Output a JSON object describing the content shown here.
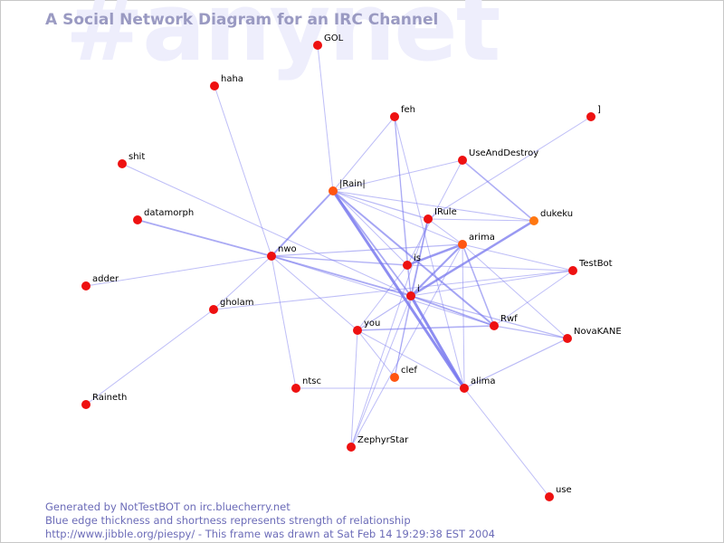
{
  "watermark": "#anynet",
  "title": "A Social Network Diagram for an IRC Channel",
  "colors": {
    "node": "#ee1111",
    "node_orange": "#ff5511",
    "node_amber": "#ff7711",
    "edge": "#7777ee",
    "footer": "#6c6cb8",
    "title": "#9a9ac2"
  },
  "nodes": [
    {
      "id": "GOL",
      "label": "GOL",
      "tone": "red"
    },
    {
      "id": "haha",
      "label": "haha",
      "tone": "red"
    },
    {
      "id": "feh",
      "label": "feh",
      "tone": "red"
    },
    {
      "id": "]",
      "label": "]",
      "tone": "red"
    },
    {
      "id": "shit",
      "label": "shit",
      "tone": "red"
    },
    {
      "id": "UseAndDestroy",
      "label": "UseAndDestroy",
      "tone": "red"
    },
    {
      "id": "|Rain|",
      "label": "|Rain|",
      "tone": "orange"
    },
    {
      "id": "datamorph",
      "label": "datamorph",
      "tone": "red"
    },
    {
      "id": "IRule",
      "label": "IRule",
      "tone": "red"
    },
    {
      "id": "dukeku",
      "label": "dukeku",
      "tone": "amber"
    },
    {
      "id": "arima",
      "label": "arima",
      "tone": "orange"
    },
    {
      "id": "nwo",
      "label": "nwo",
      "tone": "red"
    },
    {
      "id": "is",
      "label": "is",
      "tone": "red"
    },
    {
      "id": "TestBot",
      "label": "TestBot",
      "tone": "red"
    },
    {
      "id": "adder",
      "label": "adder",
      "tone": "red"
    },
    {
      "id": "i",
      "label": "i",
      "tone": "red"
    },
    {
      "id": "gholam",
      "label": "gholam",
      "tone": "red"
    },
    {
      "id": "Rwf",
      "label": "Rwf",
      "tone": "red"
    },
    {
      "id": "you",
      "label": "you",
      "tone": "red"
    },
    {
      "id": "NovaKANE",
      "label": "NovaKANE",
      "tone": "red"
    },
    {
      "id": "clef",
      "label": "clef",
      "tone": "orange"
    },
    {
      "id": "ntsc",
      "label": "ntsc",
      "tone": "red"
    },
    {
      "id": "alima",
      "label": "alima",
      "tone": "red"
    },
    {
      "id": "Raineth",
      "label": "Raineth",
      "tone": "red"
    },
    {
      "id": "ZephyrStar",
      "label": "ZephyrStar",
      "tone": "red"
    },
    {
      "id": "use",
      "label": "use",
      "tone": "red"
    }
  ],
  "edges": [
    {
      "source": "i",
      "target": "alima",
      "weight": 3
    },
    {
      "source": "|Rain|",
      "target": "alima",
      "weight": 3
    },
    {
      "source": "i",
      "target": "dukeku",
      "weight": 2.5
    },
    {
      "source": "is",
      "target": "arima",
      "weight": 2.5
    },
    {
      "source": "i",
      "target": "arima",
      "weight": 2.2
    },
    {
      "source": "|Rain|",
      "target": "nwo",
      "weight": 2
    },
    {
      "source": "|Rain|",
      "target": "Rwf",
      "weight": 2
    },
    {
      "source": "|Rain|",
      "target": "i",
      "weight": 1.8
    },
    {
      "source": "nwo",
      "target": "i",
      "weight": 1.8
    },
    {
      "source": "nwo",
      "target": "datamorph",
      "weight": 1.8
    },
    {
      "source": "i",
      "target": "Rwf",
      "weight": 1.8
    },
    {
      "source": "arima",
      "target": "Rwf",
      "weight": 1.6
    },
    {
      "source": "UseAndDestroy",
      "target": "dukeku",
      "weight": 1.6
    },
    {
      "source": "you",
      "target": "Rwf",
      "weight": 1.6
    },
    {
      "source": "IRule",
      "target": "i",
      "weight": 1.6
    },
    {
      "source": "nwo",
      "target": "is",
      "weight": 1.4
    },
    {
      "source": "nwo",
      "target": "arima",
      "weight": 1.2
    },
    {
      "source": "|Rain|",
      "target": "IRule",
      "weight": 1.2
    },
    {
      "source": "i",
      "target": "NovaKANE",
      "weight": 1.2
    },
    {
      "source": "Rwf",
      "target": "NovaKANE",
      "weight": 1.2
    },
    {
      "source": "NovaKANE",
      "target": "alima",
      "weight": 1.2
    },
    {
      "source": "i",
      "target": "you",
      "weight": 1.2
    },
    {
      "source": "arima",
      "target": "NovaKANE",
      "weight": 1
    },
    {
      "source": "is",
      "target": "i",
      "weight": 1
    },
    {
      "source": "IRule",
      "target": "arima",
      "weight": 1
    },
    {
      "source": "|Rain|",
      "target": "is",
      "weight": 1
    },
    {
      "source": "|Rain|",
      "target": "arima",
      "weight": 1
    },
    {
      "source": "nwo",
      "target": "you",
      "weight": 1
    },
    {
      "source": "nwo",
      "target": "Rwf",
      "weight": 1
    },
    {
      "source": "nwo",
      "target": "ntsc",
      "weight": 1
    },
    {
      "source": "|Rain|",
      "target": "GOL",
      "weight": 1
    },
    {
      "source": "|Rain|",
      "target": "UseAndDestroy",
      "weight": 1
    },
    {
      "source": "|Rain|",
      "target": "feh",
      "weight": 1
    },
    {
      "source": "|Rain|",
      "target": "dukeku",
      "weight": 1
    },
    {
      "source": "feh",
      "target": "i",
      "weight": 1
    },
    {
      "source": "feh",
      "target": "is",
      "weight": 1
    },
    {
      "source": "feh",
      "target": "alima",
      "weight": 1
    },
    {
      "source": "]",
      "target": "IRule",
      "weight": 1
    },
    {
      "source": "UseAndDestroy",
      "target": "is",
      "weight": 1
    },
    {
      "source": "IRule",
      "target": "dukeku",
      "weight": 1
    },
    {
      "source": "IRule",
      "target": "clef",
      "weight": 1
    },
    {
      "source": "IRule",
      "target": "ZephyrStar",
      "weight": 1
    },
    {
      "source": "arima",
      "target": "TestBot",
      "weight": 1
    },
    {
      "source": "arima",
      "target": "alima",
      "weight": 1
    },
    {
      "source": "is",
      "target": "TestBot",
      "weight": 1
    },
    {
      "source": "is",
      "target": "you",
      "weight": 1
    },
    {
      "source": "i",
      "target": "TestBot",
      "weight": 1
    },
    {
      "source": "i",
      "target": "clef",
      "weight": 1
    },
    {
      "source": "i",
      "target": "ZephyrStar",
      "weight": 1
    },
    {
      "source": "TestBot",
      "target": "Rwf",
      "weight": 1
    },
    {
      "source": "haha",
      "target": "nwo",
      "weight": 1
    },
    {
      "source": "shit",
      "target": "i",
      "weight": 1
    },
    {
      "source": "adder",
      "target": "nwo",
      "weight": 1
    },
    {
      "source": "gholam",
      "target": "nwo",
      "weight": 1
    },
    {
      "source": "gholam",
      "target": "TestBot",
      "weight": 1
    },
    {
      "source": "gholam",
      "target": "Raineth",
      "weight": 1
    },
    {
      "source": "you",
      "target": "clef",
      "weight": 1
    },
    {
      "source": "you",
      "target": "ZephyrStar",
      "weight": 1
    },
    {
      "source": "you",
      "target": "alima",
      "weight": 1
    },
    {
      "source": "ntsc",
      "target": "alima",
      "weight": 1
    },
    {
      "source": "ZephyrStar",
      "target": "arima",
      "weight": 1
    },
    {
      "source": "alima",
      "target": "use",
      "weight": 1
    }
  ],
  "footer": {
    "line1": "Generated by NotTestBOT on irc.bluecherry.net",
    "line2": "Blue edge thickness and shortness represents strength of relationship",
    "line3": "http://www.jibble.org/piespy/ - This frame was drawn at Sat Feb 14 19:29:38 EST 2004"
  }
}
